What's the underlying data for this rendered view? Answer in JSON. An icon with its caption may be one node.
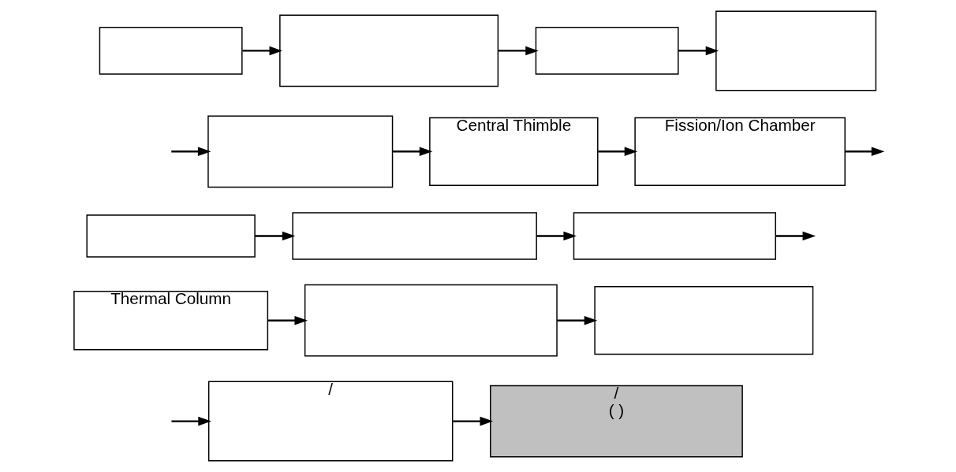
{
  "diagram": {
    "nodes": [
      {
        "text": [],
        "shape": "box"
      },
      {
        "text": [],
        "shape": "box"
      },
      {
        "text": [],
        "shape": "box"
      },
      {
        "text": [],
        "shape": "box"
      },
      {
        "text": [],
        "shape": "box"
      },
      {
        "text": [
          "Central Thimble"
        ]
      },
      {
        "text": [
          "Fission/Ion Chamber"
        ]
      },
      {
        "text": [],
        "shape": "box"
      },
      {
        "text": [],
        "shape": "box"
      },
      {
        "text": [],
        "shape": "box"
      },
      {
        "text": [
          "Thermal Column"
        ]
      },
      {
        "text": [],
        "shape": "box"
      },
      {
        "text": [],
        "shape": "box"
      },
      {
        "text": [
          "/"
        ]
      },
      {
        "text": [
          "/",
          "( )"
        ]
      }
    ],
    "edges": [
      {
        "from": 0,
        "to": 1,
        "arrow": "to"
      },
      {
        "from": 1,
        "to": 2,
        "arrow": "to"
      },
      {
        "from": 2,
        "to": 3,
        "arrow": "to"
      },
      {
        "from": null,
        "to": 4,
        "arrow": "to"
      },
      {
        "from": 4,
        "to": 5,
        "arrow": "to"
      },
      {
        "from": 5,
        "to": 6,
        "arrow": "to"
      },
      {
        "from": 6,
        "to": null,
        "arrow": "to"
      },
      {
        "from": 7,
        "to": 8,
        "arrow": "to"
      },
      {
        "from": 8,
        "to": 9,
        "arrow": "to"
      },
      {
        "from": 9,
        "to": null,
        "arrow": "to"
      },
      {
        "from": 10,
        "to": 11,
        "arrow": "to"
      },
      {
        "from": 11,
        "to": 12,
        "arrow": "to"
      },
      {
        "from": null,
        "to": 13,
        "arrow": "to"
      },
      {
        "from": 13,
        "to": 14,
        "arrow": "to"
      }
    ]
  }
}
